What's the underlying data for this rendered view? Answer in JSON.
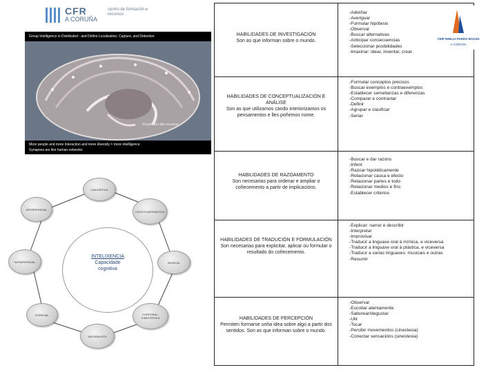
{
  "logo_cfr": {
    "name": "CFR",
    "city": "A CORUÑA",
    "tagline": "centro de formación e recursos"
  },
  "brain_image": {
    "caption_top": "Group Intelligence is Distributed - and Define Localization, Capture, and Detection",
    "caption_bottom_1": "More people and more interaction and more diversity = more intelligence",
    "caption_bottom_2": "Synapses are like human networks",
    "note": "People are like neurons"
  },
  "diagram": {
    "center_title": "INTELIXENCIA",
    "center_sub_1": "Capacidade",
    "center_sub_2": "cognitiva",
    "nodes": {
      "top": "LINGÜÍSTICA",
      "upper_left": "INTERPERSOAL",
      "upper_right": "LÓXICO-MATEMÁTICA",
      "left": "INTRAPERSOAL",
      "right": "MUSICAL",
      "lower_left": "ESPACIAL",
      "lower_right": "CORPORAL-CINESTÉSICA",
      "bottom": "NATURALISTA"
    }
  },
  "logo_ceip": {
    "name": "CEIP EMILIA PARDO BAZÁN",
    "city": "A CORUÑA"
  },
  "table": {
    "rows": [
      {
        "title": "HABILIDADES DE INVESTIGACIÓN",
        "desc": "Son as que informan sobre o mundo.",
        "actions": [
          "-Adiviñar",
          "-Averiguar",
          "-Formular hipótesis",
          "-Observar",
          "-Buscar alternativas",
          "-Anticipar consecuencias",
          "-Seleccionar posibilidades",
          "-Imaxinar: idear, inventar, crear"
        ]
      },
      {
        "title": "HABILIDADES DE CONCEPTUALIZACIÓN E ANÁLISE",
        "desc": "Son as que utilizamos cando interiorizamos os pensamentos e lles poñemos nome.",
        "actions": [
          "-Formular conceptos precisos",
          "-Buscar exemplos e contraexemplos",
          "-Establecer semellanzas e diferenzas",
          "-Comparar e contrastar",
          "-Definir",
          "-Agrupar e clasificar",
          "-Seriar"
        ]
      },
      {
        "title": "HABILIDADES DE RAZOAMENTO",
        "desc": "Son necesarias para ordenar e ampliar o coñecemento a partir de implicacións.",
        "actions": [
          "-Buscar e dar razóns",
          "-Inferir",
          "-Razoar hipotéticamente",
          "-Relacionar causa e efecto",
          "-Relacionar partes e todo",
          "-Relacionar medios e fins",
          "-Establecer criterios"
        ]
      },
      {
        "title": "HABILIDADES DE TRADUCIÓN E FORMULACIÓN",
        "desc": "Son necesarias para explicitar, aplicar ou formular o resultado do coñecemento.",
        "actions": [
          "-Explicar: narrar e describir",
          "-Interpretar",
          "-Improvisar",
          "-Traducir a linguaxe oral á mímica, e viceversa",
          "-Traducir a linguaxe oral á plástica, e viceversa",
          "-Traducir a varias linguaxes: musicais e outras",
          "-Resumir"
        ]
      },
      {
        "title": "HABILIDADES DE PERCEPCIÓN",
        "desc": "Permiten formarse unha idea sobre algo a partir dos sentidos. Son as que informan sobre o mundo.",
        "actions": [
          "-Observar",
          "-Escoitar atentamente",
          "-Saborear/degustar",
          "-Ulir",
          "-Tocar",
          "-Percibir movementos (cinestesia)",
          "-Conectar sensacións (sinestesia)"
        ]
      }
    ]
  }
}
